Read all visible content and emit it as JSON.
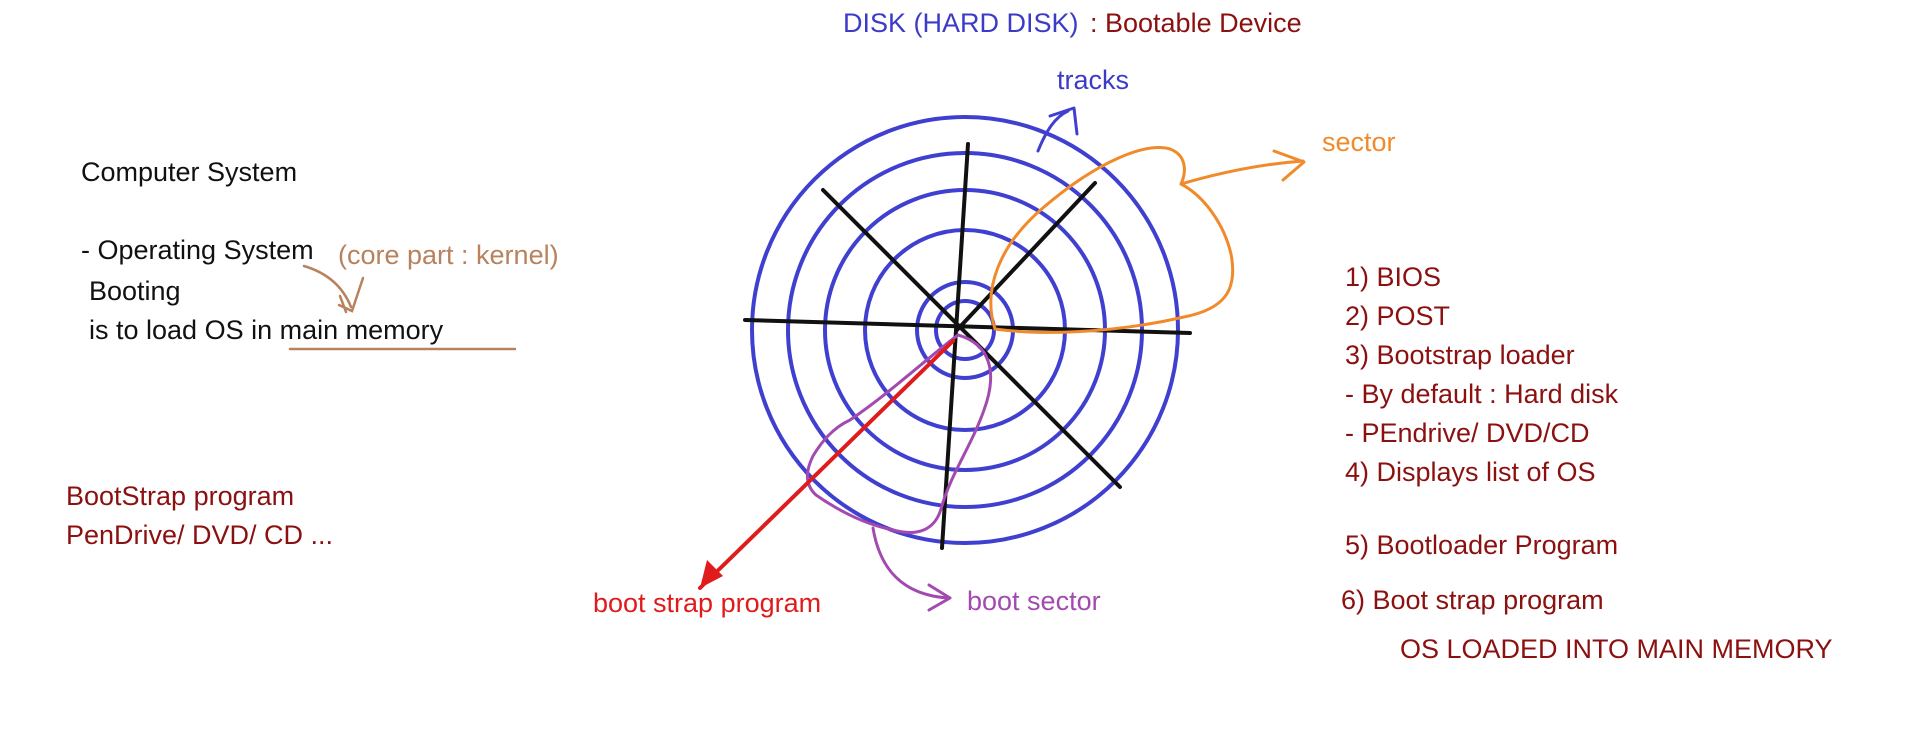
{
  "header": {
    "disk_label": "DISK (HARD DISK)",
    "device_label": " : Bootable Device"
  },
  "disk": {
    "tracks_label": "tracks",
    "sector_label": "sector",
    "bootstrap_label": "boot strap program",
    "bootsector_label": "boot sector"
  },
  "left_notes": {
    "computer_system": "Computer System",
    "operating_system": "- Operating System",
    "core_part": "(core part : kernel)",
    "booting": "Booting",
    "load_os": "is to load OS in main memory",
    "bootstrap_program": "BootStrap program",
    "media": "PenDrive/ DVD/ CD ..."
  },
  "steps": [
    "1) BIOS",
    "2) POST",
    "3) Bootstrap loader",
    " - By default : Hard disk",
    " - PEndrive/ DVD/CD",
    "4)  Displays list of OS",
    "5) Bootloader Program",
    "6) Boot strap program",
    "OS LOADED INTO MAIN MEMORY"
  ],
  "colors": {
    "disk_ring": "#3f3fd0",
    "sector_line": "#f08a2a",
    "boot_arrow": "#e01b1b",
    "boot_sector_curve": "#a24ab0",
    "note_line": "#b7825d",
    "spoke": "#111111"
  }
}
